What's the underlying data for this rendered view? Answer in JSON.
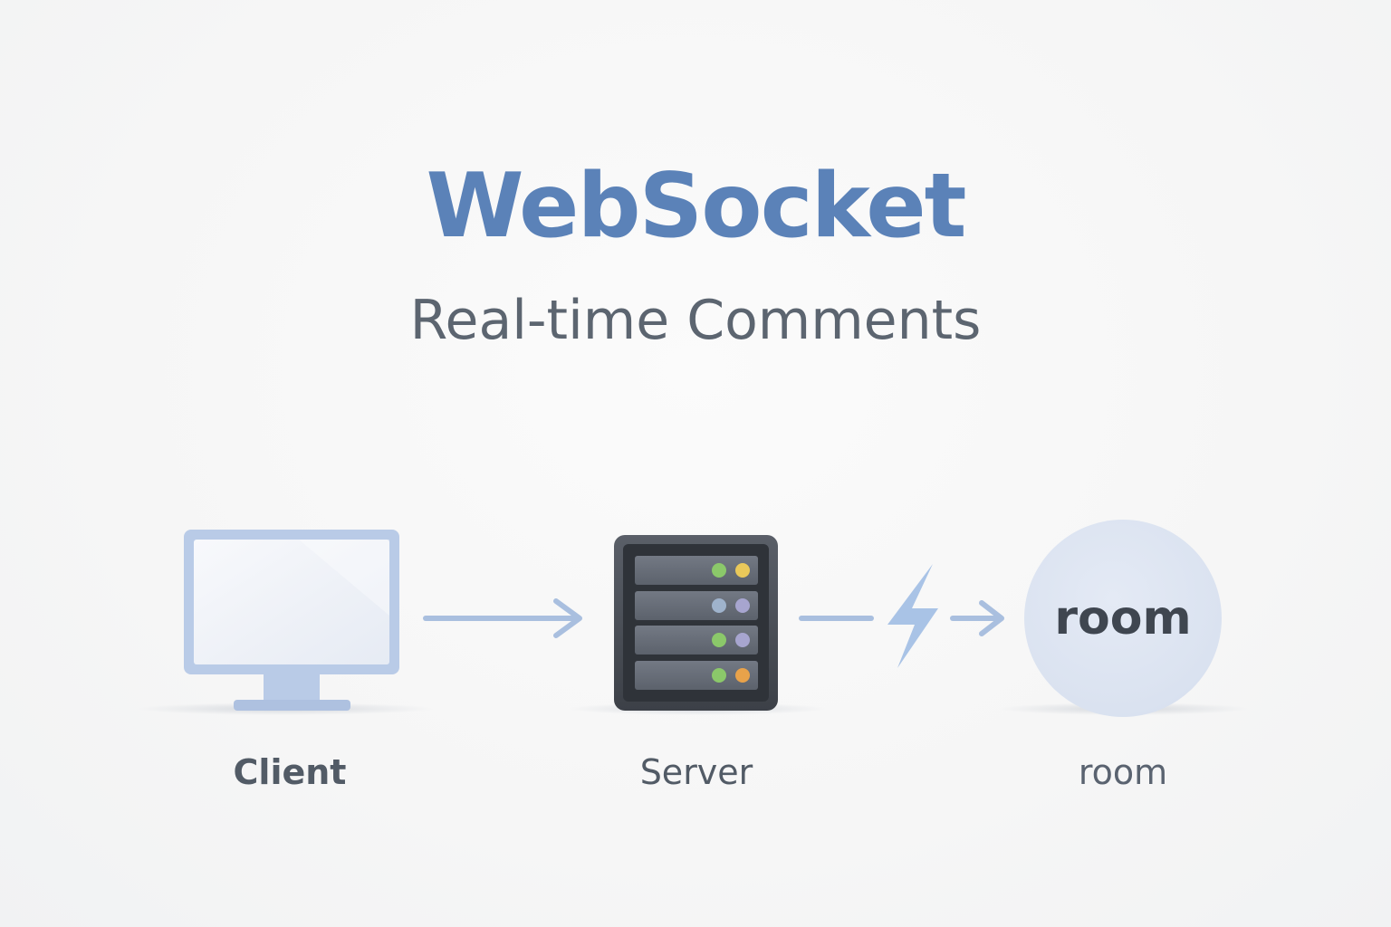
{
  "title": "WebSocket",
  "subtitle": "Real-time Comments",
  "nodes": {
    "client": {
      "label": "Client",
      "icon": "monitor-icon"
    },
    "server": {
      "label": "Server",
      "icon": "server-rack-icon"
    },
    "room": {
      "label": "room",
      "bubble_text": "room",
      "icon": "room-circle"
    }
  },
  "connector_icon": "lightning-bolt-icon",
  "colors": {
    "accent": "#5b82b8",
    "arrow": "#a9bfdf",
    "monitor": "#b9cbe7",
    "server_body": "#4b5058",
    "led_green": "#8bc86a",
    "led_yellow": "#e9c85a",
    "led_blue": "#9fb3cc",
    "led_purple": "#a7a5cf",
    "led_orange": "#e8a24a"
  }
}
